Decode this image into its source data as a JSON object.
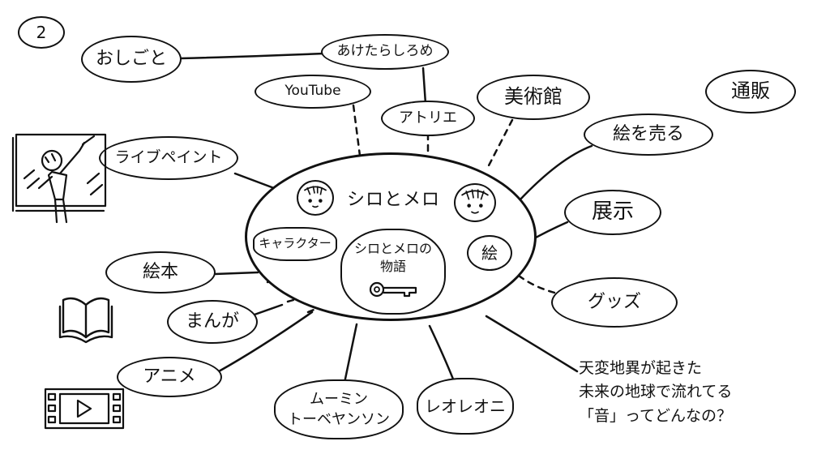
{
  "page_number": "2",
  "center": {
    "title": "シロとメロ",
    "story": "シロとメロの\n物語",
    "character": "キャラクター",
    "picture": "絵"
  },
  "nodes": {
    "oshigoto": "おしごと",
    "akeshiro": "あけたらしろめ",
    "youtube": "YouTube",
    "atelier": "アトリエ",
    "museum": "美術館",
    "mailorder": "通販",
    "sell_art": "絵を売る",
    "live_paint": "ライブペイント",
    "exhibit": "展示",
    "picture_book": "絵本",
    "goods": "グッズ",
    "manga": "まんが",
    "anime": "アニメ",
    "moomin": "ムーミン\nトーベヤンソン",
    "leo_lionni": "レオレオニ"
  },
  "question": "天変地異が起きた\n未来の地球で流れてる\n「音」ってどんなの？",
  "icons": [
    "live-painting-person-icon",
    "open-book-icon",
    "film-strip-icon",
    "key-icon",
    "shiro-face-icon",
    "mero-face-icon"
  ]
}
